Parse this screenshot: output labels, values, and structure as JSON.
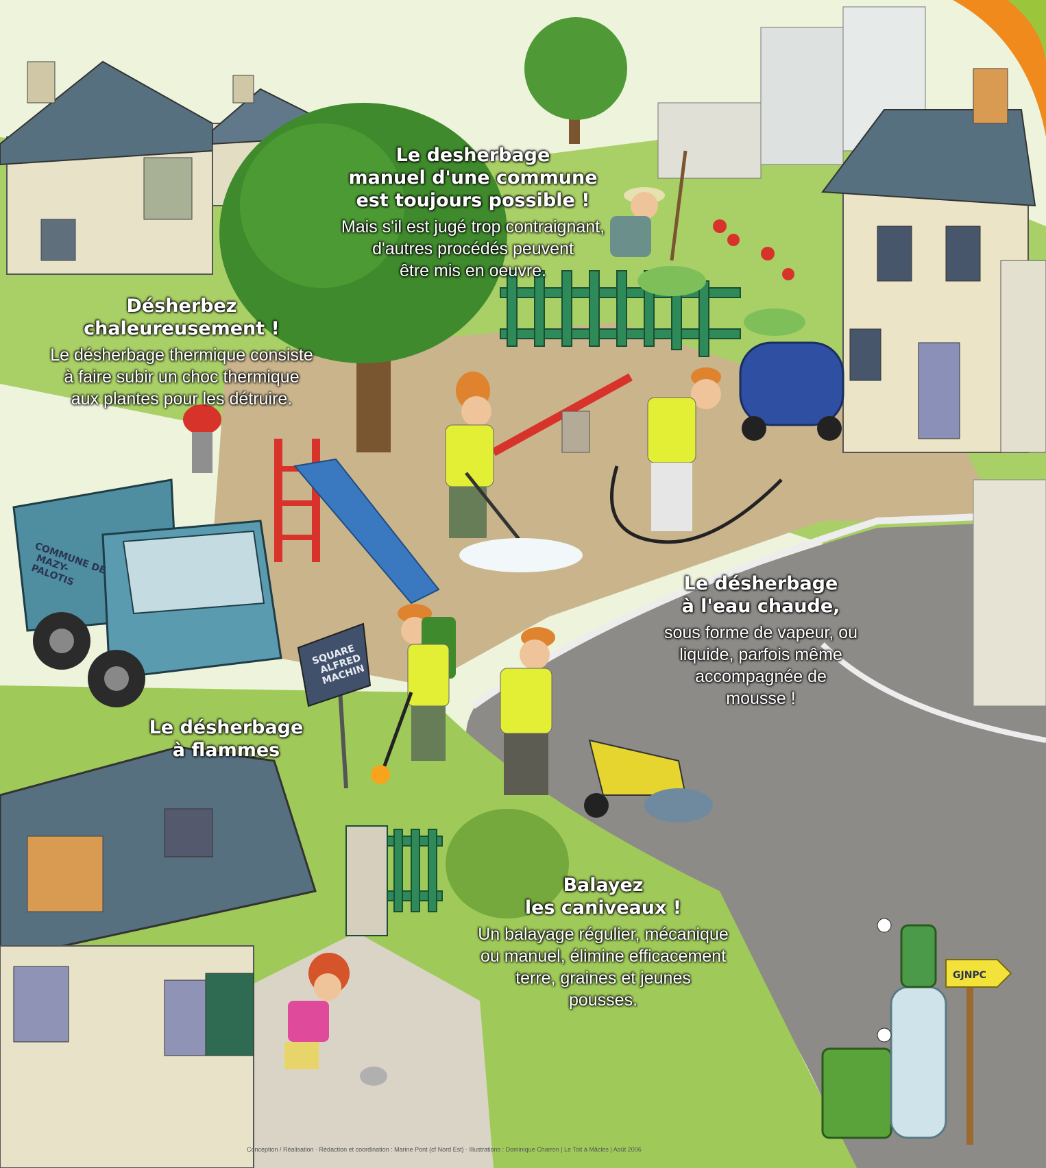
{
  "captions": {
    "manual": {
      "heading": "Le desherbage\nmanuel d'une commune\nest toujours possible !",
      "body": "Mais s'il est jugé trop contraignant,\nd'autres procédés peuvent\nêtre mis en oeuvre."
    },
    "thermal": {
      "heading": "Désherbez\nchaleureusement !",
      "body": "Le désherbage thermique consiste\nà faire subir un choc thermique\naux plantes pour les détruire."
    },
    "hot_water": {
      "heading": "Le désherbage\nà l'eau chaude,",
      "body": "sous forme de vapeur, ou\nliquide, parfois même\naccompagnée de\nmousse !"
    },
    "flames": {
      "heading": "Le désherbage\nà flammes"
    },
    "gutters": {
      "heading": "Balayez\nles caniveaux !",
      "body": "Un balayage régulier, mécanique\nou manuel, élimine efficacement\nterre, graines et jeunes\npousses."
    }
  },
  "truck_label": "COMMUNE DE\nMAZY-\nPALOTIS",
  "square_sign": "SQUARE\nALFRED\nMACHIN",
  "signpost_label": "GJNPC",
  "credits": "Conception / Réalisation   ·   Rédaction et coordination : Marine Pont (cf Nord Est)   ·   Illustrations : Dominique Charron | Le Toit à Mâcles |   Août 2006",
  "colors": {
    "grass": "#9fca5a",
    "ground": "#c8b28c",
    "road": "#8b8985",
    "roof": "#56707f",
    "tree": "#3f8a2c",
    "truck": "#4f8ea1",
    "vest": "#e3ef35",
    "cap": "#e0832f",
    "accent_orange": "#f08a1c"
  }
}
